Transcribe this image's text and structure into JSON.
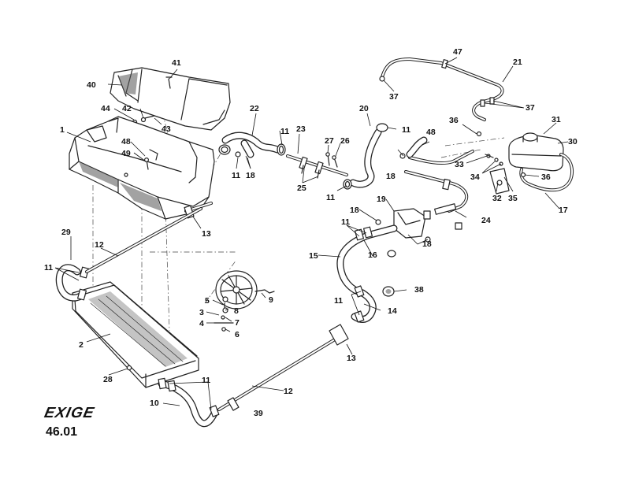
{
  "brand": {
    "logo_text": "EXIGE"
  },
  "page": {
    "number": "46.01"
  },
  "callouts": [
    {
      "id": "1",
      "text": "1"
    },
    {
      "id": "2",
      "text": "2"
    },
    {
      "id": "3",
      "text": "3"
    },
    {
      "id": "4",
      "text": "4"
    },
    {
      "id": "5",
      "text": "5"
    },
    {
      "id": "6",
      "text": "6"
    },
    {
      "id": "7",
      "text": "7"
    },
    {
      "id": "8",
      "text": "8"
    },
    {
      "id": "9",
      "text": "9"
    },
    {
      "id": "10",
      "text": "10"
    },
    {
      "id": "11a",
      "text": "11"
    },
    {
      "id": "11b",
      "text": "11"
    },
    {
      "id": "11c",
      "text": "11"
    },
    {
      "id": "11d",
      "text": "11"
    },
    {
      "id": "11e",
      "text": "11"
    },
    {
      "id": "11f",
      "text": "11"
    },
    {
      "id": "11g",
      "text": "11"
    },
    {
      "id": "11h",
      "text": "11"
    },
    {
      "id": "11i",
      "text": "11"
    },
    {
      "id": "12a",
      "text": "12"
    },
    {
      "id": "12b",
      "text": "12"
    },
    {
      "id": "13a",
      "text": "13"
    },
    {
      "id": "13b",
      "text": "13"
    },
    {
      "id": "14",
      "text": "14"
    },
    {
      "id": "15",
      "text": "15"
    },
    {
      "id": "16",
      "text": "16"
    },
    {
      "id": "17",
      "text": "17"
    },
    {
      "id": "18a",
      "text": "18"
    },
    {
      "id": "18b",
      "text": "18"
    },
    {
      "id": "18c",
      "text": "18"
    },
    {
      "id": "18d",
      "text": "18"
    },
    {
      "id": "19",
      "text": "19"
    },
    {
      "id": "20",
      "text": "20"
    },
    {
      "id": "21",
      "text": "21"
    },
    {
      "id": "22",
      "text": "22"
    },
    {
      "id": "23",
      "text": "23"
    },
    {
      "id": "24",
      "text": "24"
    },
    {
      "id": "25",
      "text": "25"
    },
    {
      "id": "26",
      "text": "26"
    },
    {
      "id": "27",
      "text": "27"
    },
    {
      "id": "28",
      "text": "28"
    },
    {
      "id": "29",
      "text": "29"
    },
    {
      "id": "30",
      "text": "30"
    },
    {
      "id": "31",
      "text": "31"
    },
    {
      "id": "32",
      "text": "32"
    },
    {
      "id": "33",
      "text": "33"
    },
    {
      "id": "34",
      "text": "34"
    },
    {
      "id": "35",
      "text": "35"
    },
    {
      "id": "36a",
      "text": "36"
    },
    {
      "id": "36b",
      "text": "36"
    },
    {
      "id": "37a",
      "text": "37"
    },
    {
      "id": "37b",
      "text": "37"
    },
    {
      "id": "38",
      "text": "38"
    },
    {
      "id": "39",
      "text": "39"
    },
    {
      "id": "40",
      "text": "40"
    },
    {
      "id": "41",
      "text": "41"
    },
    {
      "id": "42",
      "text": "42"
    },
    {
      "id": "43",
      "text": "43"
    },
    {
      "id": "44",
      "text": "44"
    },
    {
      "id": "47",
      "text": "47"
    },
    {
      "id": "48a",
      "text": "48"
    },
    {
      "id": "48b",
      "text": "48"
    },
    {
      "id": "49",
      "text": "49"
    }
  ]
}
